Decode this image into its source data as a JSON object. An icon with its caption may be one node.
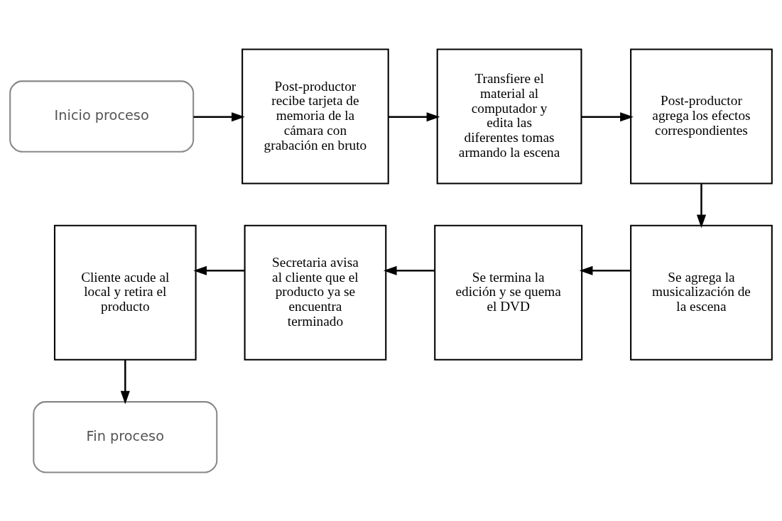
{
  "diagram": {
    "nodes": [
      {
        "text": [
          "Inicio proceso"
        ]
      },
      {
        "text": [
          "Post-productor recibe tarjeta de memoria de la cámara con grabación en bruto"
        ]
      },
      {
        "text": [
          "Transfiere el material al computador y  edita las diferentes tomas armando la escena"
        ]
      },
      {
        "text": [
          "Post-productor agrega los efectos correspondientes"
        ]
      },
      {
        "text": [
          "Se agrega la musicalización de la escena"
        ]
      },
      {
        "text": [
          "Se termina la edición y se quema el DVD"
        ]
      },
      {
        "text": [
          "Secretaria avisa al cliente que el producto ya se encuentra terminado"
        ]
      },
      {
        "text": [
          "Cliente acude al local y retira el producto"
        ]
      },
      {
        "text": [
          "Fin proceso"
        ]
      }
    ],
    "edges": [
      {
        "from": 0,
        "to": 1,
        "arrow": "to"
      },
      {
        "from": 1,
        "to": 2,
        "arrow": "to"
      },
      {
        "from": 2,
        "to": 3,
        "arrow": "to"
      },
      {
        "from": 3,
        "to": 4,
        "arrow": "to"
      },
      {
        "from": 4,
        "to": 5,
        "arrow": "to"
      },
      {
        "from": 5,
        "to": 6,
        "arrow": "to"
      },
      {
        "from": 6,
        "to": 7,
        "arrow": "to"
      },
      {
        "from": 7,
        "to": 8,
        "arrow": "to"
      }
    ]
  }
}
